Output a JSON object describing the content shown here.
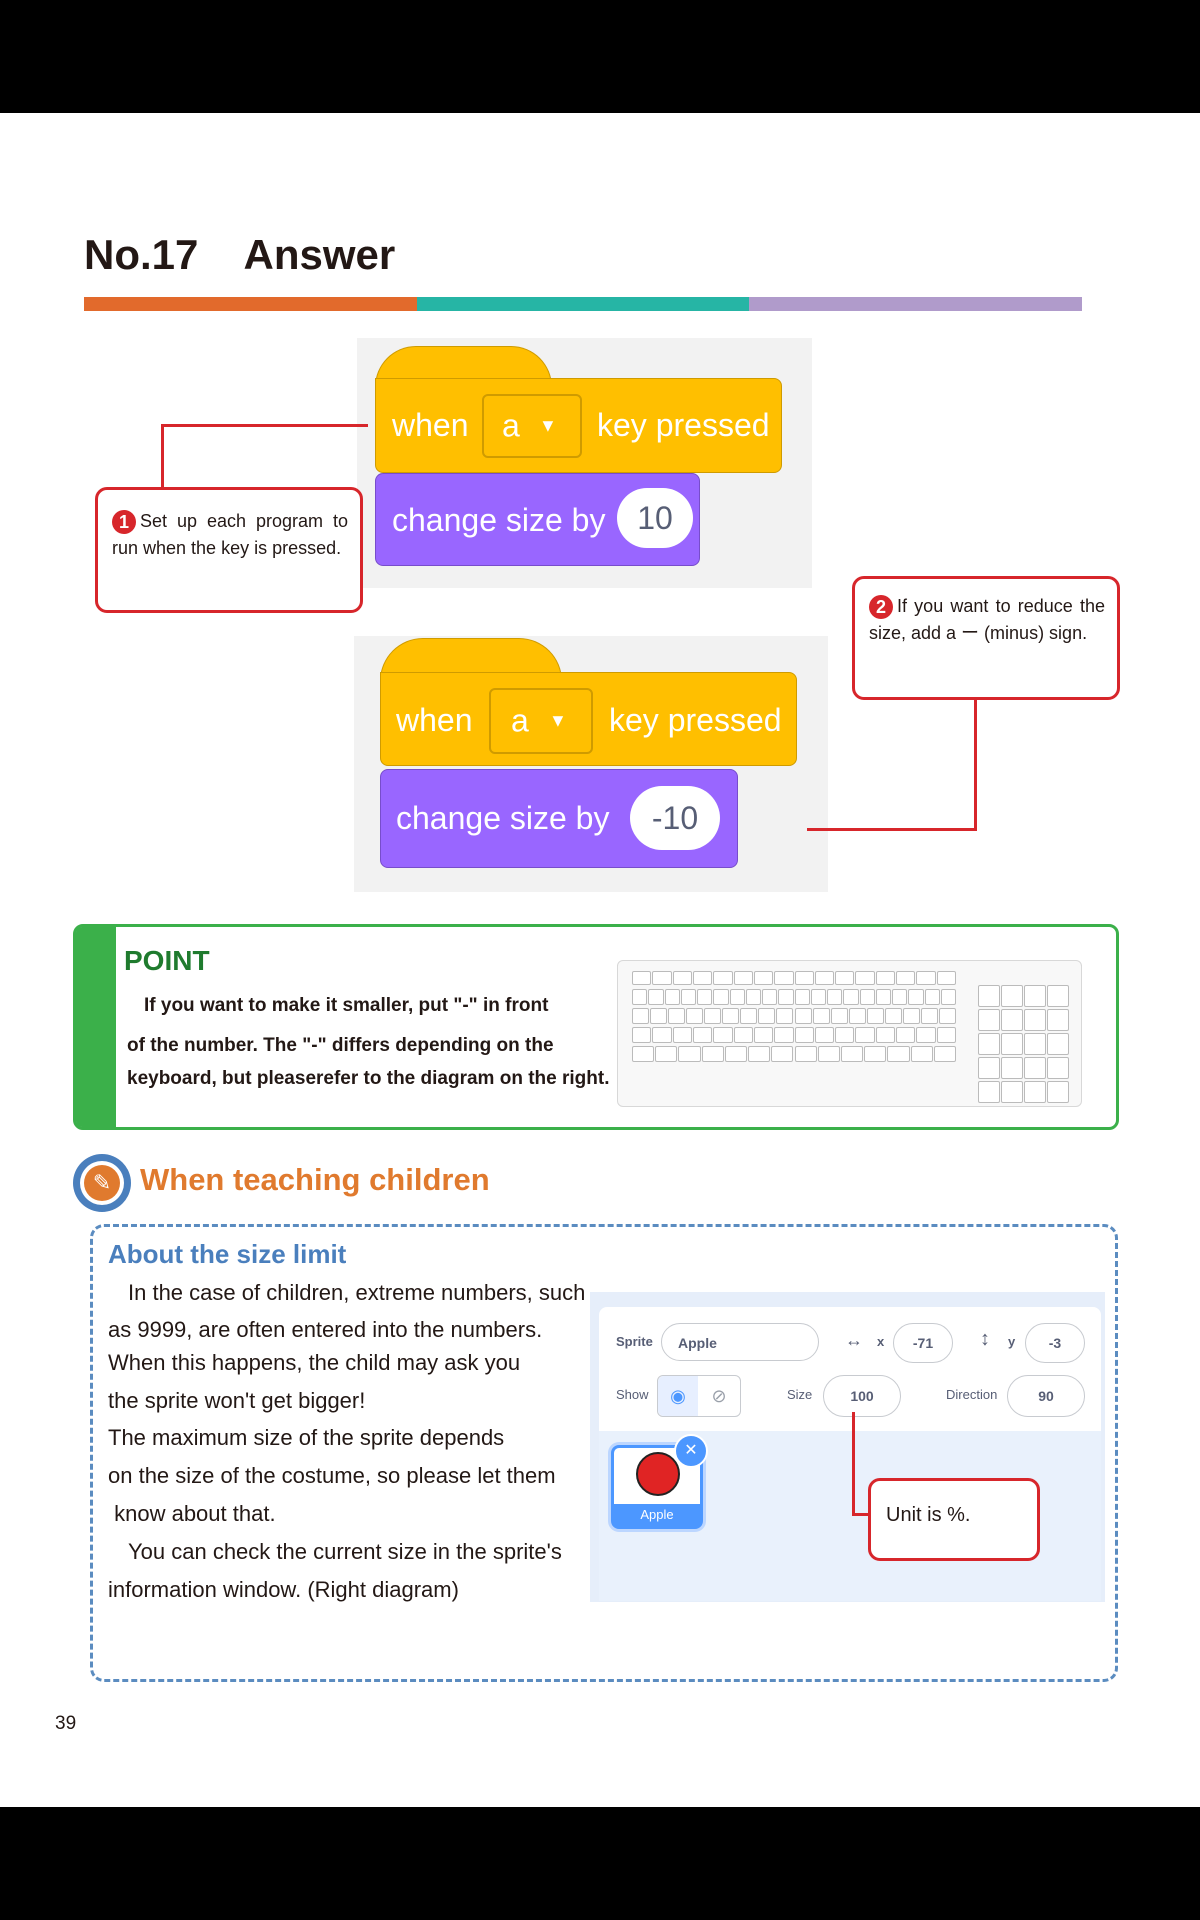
{
  "header": {
    "title": "No.17    Answer"
  },
  "colors": {
    "bar1": "#e26a2c",
    "bar2": "#26b5a5",
    "bar3": "#b09bcb",
    "hat_block": "#ffbf00",
    "motion_block": "#9966ff",
    "callout_border": "#d7262b",
    "point_green": "#3bb04a",
    "teach_orange": "#e07a2e",
    "teach_blue": "#4a7fbd"
  },
  "block1": {
    "when": "when",
    "key": "a",
    "key_pressed": "key pressed",
    "change": "change size by",
    "value": "10"
  },
  "block2": {
    "when": "when",
    "key": "a",
    "key_pressed": "key pressed",
    "change": "change size by",
    "value": "-10"
  },
  "callout1": {
    "num": "1",
    "text": "Set up each program to run when the key is pressed."
  },
  "callout2": {
    "num": "2",
    "text": "If you want to reduce the size, add a ー (minus) sign."
  },
  "point": {
    "heading": "POINT",
    "line1": "If you want to make it smaller, put \"-\" in front",
    "line2": "of the number. The \"-\" differs depending on the",
    "line3": "keyboard, but pleaserefer to the diagram on the right."
  },
  "teaching": {
    "heading": "When teaching children",
    "subheading": "About the size limit",
    "lines": [
      "In the case of children, extreme numbers, such",
      "as 9999, are often entered into the numbers.",
      "When this happens, the child may ask you",
      "the sprite won't get bigger!",
      "The maximum size of the sprite depends",
      "on the size of the costume, so please let them",
      " know about that.",
      "You can check the current size in the sprite's",
      "information window. (Right diagram)"
    ]
  },
  "sprite_info": {
    "sprite_label": "Sprite",
    "sprite_name": "Apple",
    "x_label": "x",
    "x_value": "-71",
    "y_label": "y",
    "y_value": "-3",
    "show_label": "Show",
    "size_label": "Size",
    "size_value": "100",
    "direction_label": "Direction",
    "direction_value": "90",
    "thumb_name": "Apple",
    "unit_note": "Unit is %."
  },
  "page_number": "39"
}
